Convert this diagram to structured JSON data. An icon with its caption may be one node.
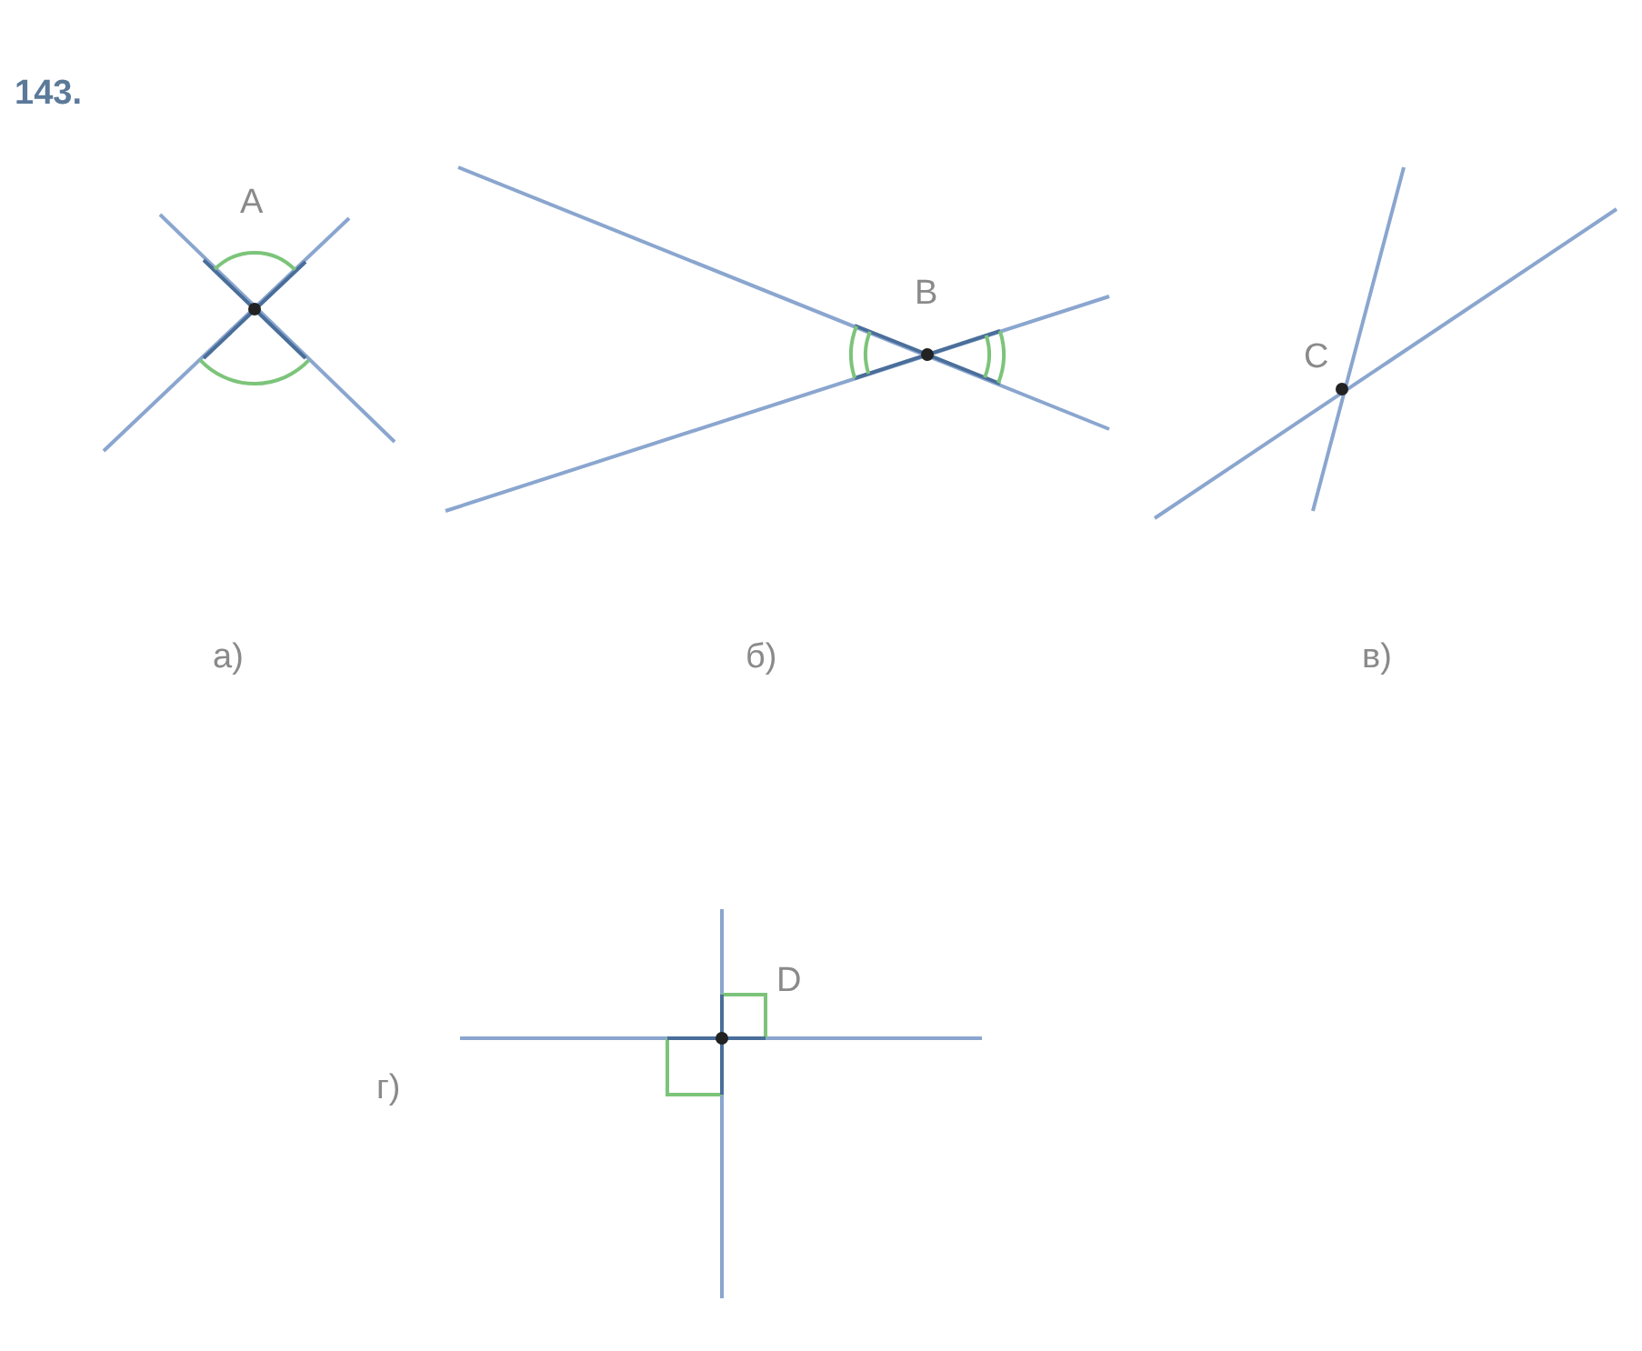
{
  "diagram": {
    "labels": [
      "143.",
      "A",
      "а)",
      "B",
      "б)",
      "C",
      "в)",
      "D",
      "г)"
    ]
  }
}
